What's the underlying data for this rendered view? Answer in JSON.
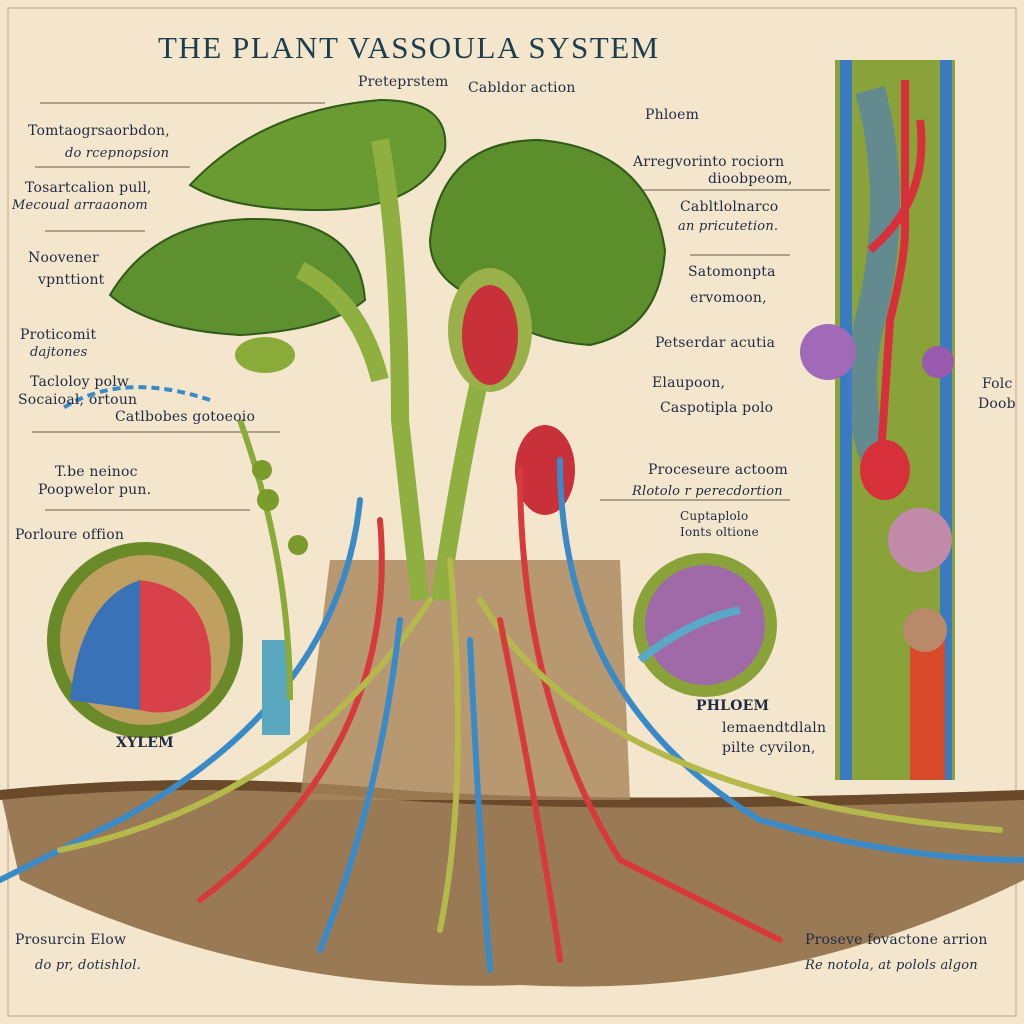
{
  "title": "THE PLANT VASSOULA SYSTEM",
  "labels": {
    "top1": "Preteprstem",
    "top2": "Cabldor action",
    "l1a": "Tomtaogrsaorbdon,",
    "l1b": "do rcepnopsion",
    "l2a": "Tosartcalion pull,",
    "l2b": "Mecoual arraaonom",
    "l3a": "Noovener",
    "l3b": "vpnttiont",
    "l4a": "Proticomit",
    "l4b": "dajtones",
    "l5a": "Tacloloy polw",
    "l5b": "Socaioal, ortoun",
    "l6": "Catlbobes gotoeoio",
    "l7a": "T.be neinoc",
    "l7b": "Poopwelor pun.",
    "l8": "Porloure offion",
    "xylem": "XYLEM",
    "r1": "Phloem",
    "r2a": "Arregvorinto rociorn",
    "r2b": "dioobpeom,",
    "r3a": "Cabltlolnarco",
    "r3b": "an pricutetion.",
    "r4a": "Satomonpta",
    "r4b": "ervomoon,",
    "r5": "Petserdar acutia",
    "r6a": "Elaupoon,",
    "r6b": "Caspotipla polo",
    "r7a": "Proceseure actoom",
    "r7b": "Rlotolo r perecdortion",
    "r8a": "Cuptaplolo",
    "r8b": "Ionts oltione",
    "phloem": "PHLOEM",
    "r9a": "lemaendtdlaln",
    "r9b": "pilte cyvilon,",
    "edge_a": "Folc",
    "edge_b": "Doob",
    "bl_a": "Prosurcin Elow",
    "bl_b": "do pr, dotishlol.",
    "br_a": "Proseve fovactone arrion",
    "br_b": "Re notola, at polols algon"
  },
  "colors": {
    "paper": "#f4e6cc",
    "leaf": "#5a8a2a",
    "xylem_red": "#d63a3a",
    "phloem_blue": "#3a8ac8",
    "soil": "#8a6a45",
    "ink": "#1f2a44"
  }
}
